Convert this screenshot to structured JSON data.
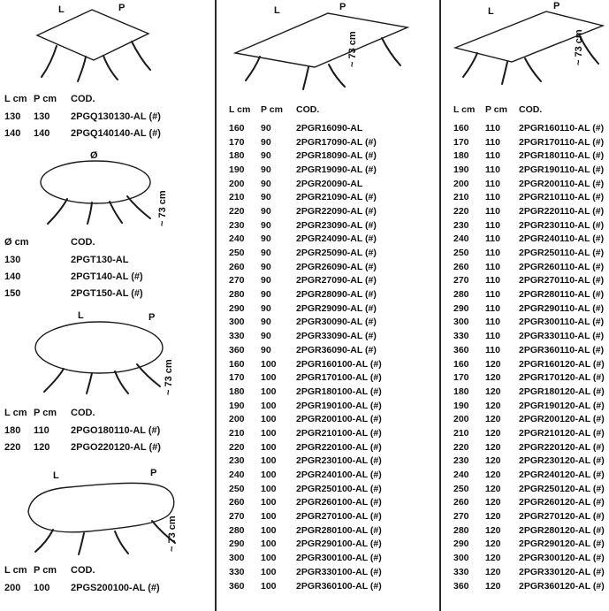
{
  "height_label": "~ 73 cm",
  "drawing_labels": {
    "length": "L",
    "depth": "P",
    "diameter": "Ø"
  },
  "tables": {
    "square": {
      "headers": [
        "L cm",
        "P cm",
        "COD."
      ],
      "rows": [
        [
          "130",
          "130",
          "2PGQ130130-AL (#)"
        ],
        [
          "140",
          "140",
          "2PGQ140140-AL (#)"
        ]
      ]
    },
    "round": {
      "headers": [
        "Ø cm",
        "COD."
      ],
      "rows": [
        [
          "130",
          "2PGT130-AL"
        ],
        [
          "140",
          "2PGT140-AL (#)"
        ],
        [
          "150",
          "2PGT150-AL (#)"
        ]
      ]
    },
    "oval": {
      "headers": [
        "L cm",
        "P cm",
        "COD."
      ],
      "rows": [
        [
          "180",
          "110",
          "2PGO180110-AL (#)"
        ],
        [
          "220",
          "120",
          "2PGO220120-AL (#)"
        ]
      ]
    },
    "barrel": {
      "headers": [
        "L cm",
        "P cm",
        "COD."
      ],
      "rows": [
        [
          "200",
          "100",
          "2PGS200100-AL (#)"
        ]
      ]
    },
    "rect_90_100": {
      "headers": [
        "L cm",
        "P cm",
        "COD."
      ],
      "rows": [
        [
          "160",
          "90",
          "2PGR16090-AL"
        ],
        [
          "170",
          "90",
          "2PGR17090-AL (#)"
        ],
        [
          "180",
          "90",
          "2PGR18090-AL (#)"
        ],
        [
          "190",
          "90",
          "2PGR19090-AL (#)"
        ],
        [
          "200",
          "90",
          "2PGR20090-AL"
        ],
        [
          "210",
          "90",
          "2PGR21090-AL (#)"
        ],
        [
          "220",
          "90",
          "2PGR22090-AL (#)"
        ],
        [
          "230",
          "90",
          "2PGR23090-AL (#)"
        ],
        [
          "240",
          "90",
          "2PGR24090-AL (#)"
        ],
        [
          "250",
          "90",
          "2PGR25090-AL (#)"
        ],
        [
          "260",
          "90",
          "2PGR26090-AL (#)"
        ],
        [
          "270",
          "90",
          "2PGR27090-AL (#)"
        ],
        [
          "280",
          "90",
          "2PGR28090-AL (#)"
        ],
        [
          "290",
          "90",
          "2PGR29090-AL (#)"
        ],
        [
          "300",
          "90",
          "2PGR30090-AL (#)"
        ],
        [
          "330",
          "90",
          "2PGR33090-AL (#)"
        ],
        [
          "360",
          "90",
          "2PGR36090-AL (#)"
        ],
        [
          "160",
          "100",
          "2PGR160100-AL (#)"
        ],
        [
          "170",
          "100",
          "2PGR170100-AL (#)"
        ],
        [
          "180",
          "100",
          "2PGR180100-AL (#)"
        ],
        [
          "190",
          "100",
          "2PGR190100-AL (#)"
        ],
        [
          "200",
          "100",
          "2PGR200100-AL (#)"
        ],
        [
          "210",
          "100",
          "2PGR210100-AL (#)"
        ],
        [
          "220",
          "100",
          "2PGR220100-AL (#)"
        ],
        [
          "230",
          "100",
          "2PGR230100-AL (#)"
        ],
        [
          "240",
          "100",
          "2PGR240100-AL (#)"
        ],
        [
          "250",
          "100",
          "2PGR250100-AL (#)"
        ],
        [
          "260",
          "100",
          "2PGR260100-AL (#)"
        ],
        [
          "270",
          "100",
          "2PGR270100-AL (#)"
        ],
        [
          "280",
          "100",
          "2PGR280100-AL (#)"
        ],
        [
          "290",
          "100",
          "2PGR290100-AL (#)"
        ],
        [
          "300",
          "100",
          "2PGR300100-AL (#)"
        ],
        [
          "330",
          "100",
          "2PGR330100-AL (#)"
        ],
        [
          "360",
          "100",
          "2PGR360100-AL (#)"
        ]
      ]
    },
    "rect_110_120": {
      "headers": [
        "L cm",
        "P cm",
        "COD."
      ],
      "rows": [
        [
          "160",
          "110",
          "2PGR160110-AL (#)"
        ],
        [
          "170",
          "110",
          "2PGR170110-AL (#)"
        ],
        [
          "180",
          "110",
          "2PGR180110-AL (#)"
        ],
        [
          "190",
          "110",
          "2PGR190110-AL (#)"
        ],
        [
          "200",
          "110",
          "2PGR200110-AL (#)"
        ],
        [
          "210",
          "110",
          "2PGR210110-AL (#)"
        ],
        [
          "220",
          "110",
          "2PGR220110-AL (#)"
        ],
        [
          "230",
          "110",
          "2PGR230110-AL (#)"
        ],
        [
          "240",
          "110",
          "2PGR240110-AL (#)"
        ],
        [
          "250",
          "110",
          "2PGR250110-AL (#)"
        ],
        [
          "260",
          "110",
          "2PGR260110-AL (#)"
        ],
        [
          "270",
          "110",
          "2PGR270110-AL (#)"
        ],
        [
          "280",
          "110",
          "2PGR280110-AL (#)"
        ],
        [
          "290",
          "110",
          "2PGR290110-AL (#)"
        ],
        [
          "300",
          "110",
          "2PGR300110-AL (#)"
        ],
        [
          "330",
          "110",
          "2PGR330110-AL (#)"
        ],
        [
          "360",
          "110",
          "2PGR360110-AL (#)"
        ],
        [
          "160",
          "120",
          "2PGR160120-AL (#)"
        ],
        [
          "170",
          "120",
          "2PGR170120-AL (#)"
        ],
        [
          "180",
          "120",
          "2PGR180120-AL (#)"
        ],
        [
          "190",
          "120",
          "2PGR190120-AL (#)"
        ],
        [
          "200",
          "120",
          "2PGR200120-AL (#)"
        ],
        [
          "210",
          "120",
          "2PGR210120-AL (#)"
        ],
        [
          "220",
          "120",
          "2PGR220120-AL (#)"
        ],
        [
          "230",
          "120",
          "2PGR230120-AL (#)"
        ],
        [
          "240",
          "120",
          "2PGR240120-AL (#)"
        ],
        [
          "250",
          "120",
          "2PGR250120-AL (#)"
        ],
        [
          "260",
          "120",
          "2PGR260120-AL (#)"
        ],
        [
          "270",
          "120",
          "2PGR270120-AL (#)"
        ],
        [
          "280",
          "120",
          "2PGR280120-AL (#)"
        ],
        [
          "290",
          "120",
          "2PGR290120-AL (#)"
        ],
        [
          "300",
          "120",
          "2PGR300120-AL (#)"
        ],
        [
          "330",
          "120",
          "2PGR330120-AL (#)"
        ],
        [
          "360",
          "120",
          "2PGR360120-AL (#)"
        ]
      ]
    }
  }
}
